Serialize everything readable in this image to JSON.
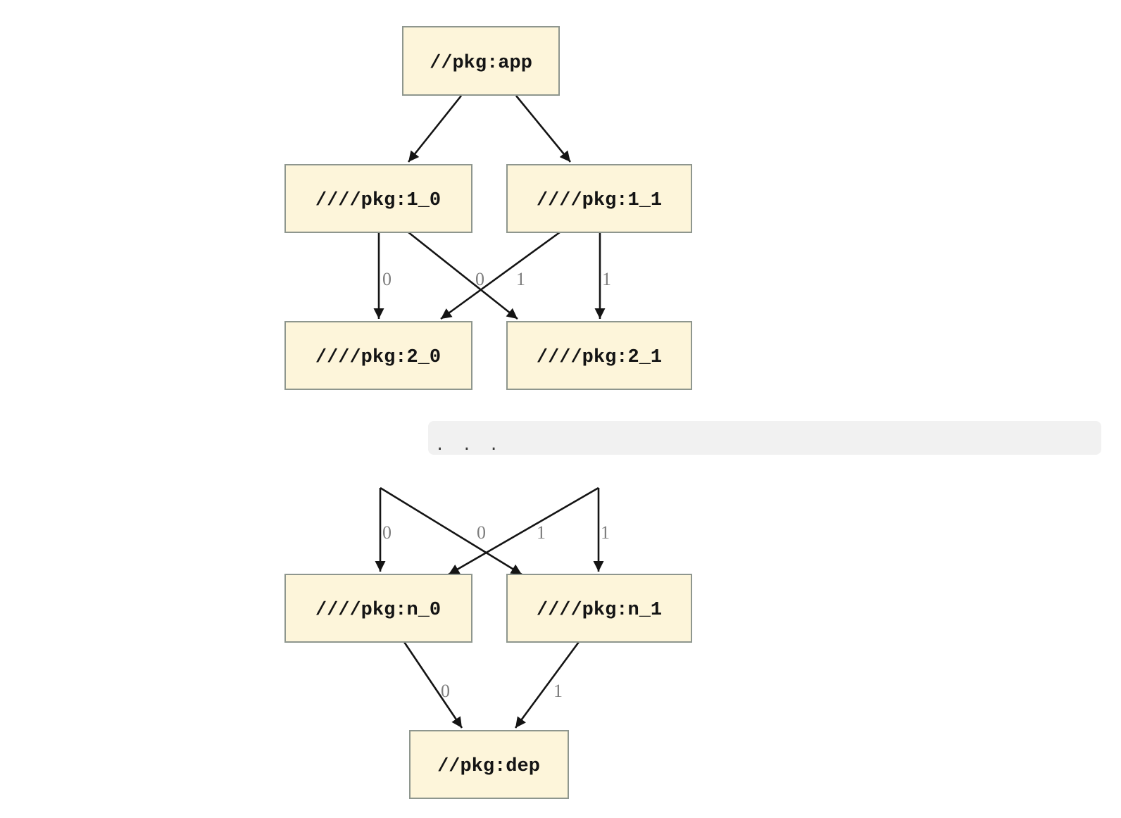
{
  "colors": {
    "node_fill": "#fdf5da",
    "node_border": "#8e968e",
    "edge": "#141414",
    "edge_label": "#7d7d7d",
    "band_bg": "#f1f1f1",
    "band_text": "#3c3c3c",
    "background": "#ffffff"
  },
  "graph_top": {
    "nodes": [
      {
        "id": "app",
        "label": "//pkg:app"
      },
      {
        "id": "1_0",
        "label": "////pkg:1_0"
      },
      {
        "id": "1_1",
        "label": "////pkg:1_1"
      },
      {
        "id": "2_0",
        "label": "////pkg:2_0"
      },
      {
        "id": "2_1",
        "label": "////pkg:2_1"
      }
    ],
    "edges": [
      {
        "from": "//pkg:app",
        "to": "////pkg:1_0",
        "label": ""
      },
      {
        "from": "//pkg:app",
        "to": "////pkg:1_1",
        "label": ""
      },
      {
        "from": "////pkg:1_0",
        "to": "////pkg:2_0",
        "label": "0"
      },
      {
        "from": "////pkg:1_1",
        "to": "////pkg:2_0",
        "label": "0"
      },
      {
        "from": "////pkg:1_0",
        "to": "////pkg:2_1",
        "label": "1"
      },
      {
        "from": "////pkg:1_1",
        "to": "////pkg:2_1",
        "label": "1"
      }
    ]
  },
  "ellipsis": {
    "text": "..."
  },
  "graph_bottom": {
    "nodes": [
      {
        "id": "n_0",
        "label": "////pkg:n_0"
      },
      {
        "id": "n_1",
        "label": "////pkg:n_1"
      },
      {
        "id": "dep",
        "label": "//pkg:dep"
      }
    ],
    "edges": [
      {
        "from": "...",
        "to": "////pkg:n_0",
        "label": "0"
      },
      {
        "from": "...",
        "to": "////pkg:n_0",
        "label": "0"
      },
      {
        "from": "...",
        "to": "////pkg:n_1",
        "label": "1"
      },
      {
        "from": "...",
        "to": "////pkg:n_1",
        "label": "1"
      },
      {
        "from": "////pkg:n_0",
        "to": "//pkg:dep",
        "label": "0"
      },
      {
        "from": "////pkg:n_1",
        "to": "//pkg:dep",
        "label": "1"
      }
    ]
  }
}
